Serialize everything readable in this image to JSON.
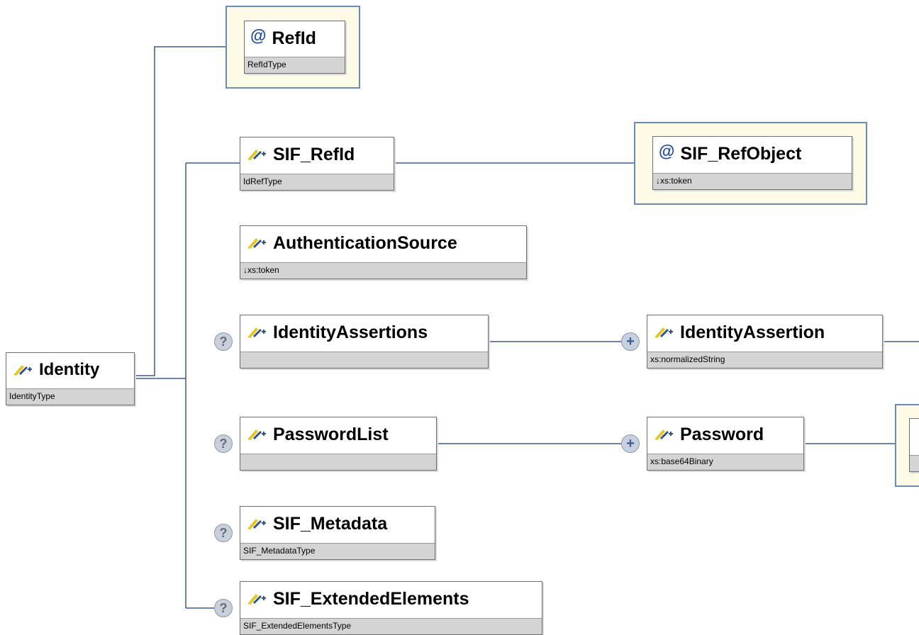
{
  "nodes": {
    "identity": {
      "name": "Identity",
      "type": "IdentityType"
    },
    "refid": {
      "name": "RefId",
      "type": "RefIdType"
    },
    "sif_refid": {
      "name": "SIF_RefId",
      "type": "IdRefType"
    },
    "sif_refobject": {
      "name": "SIF_RefObject",
      "type": "↓xs:token"
    },
    "authentication_source": {
      "name": "AuthenticationSource",
      "type": "↓xs:token"
    },
    "identity_assertions": {
      "name": "IdentityAssertions",
      "type": ""
    },
    "identity_assertion": {
      "name": "IdentityAssertion",
      "type": "xs:normalizedString"
    },
    "password_list": {
      "name": "PasswordList",
      "type": ""
    },
    "password": {
      "name": "Password",
      "type": "xs:base64Binary"
    },
    "sif_metadata": {
      "name": "SIF_Metadata",
      "type": "SIF_MetadataType"
    },
    "sif_extended_elements": {
      "name": "SIF_ExtendedElements",
      "type": "SIF_ExtendedElementsType"
    }
  },
  "badges": {
    "optional": "?",
    "plus": "+"
  },
  "icons": {
    "element": "element-arrow-icon",
    "attribute": "at-sign-icon"
  },
  "colors": {
    "wire": "#3b5b92",
    "attr_frame_border": "#6b8ab8",
    "attr_frame_fill": "#fdfbe6",
    "type_band": "#d4d4d4",
    "icon_yellow": "#e6c620",
    "icon_blue": "#2d4f94"
  }
}
